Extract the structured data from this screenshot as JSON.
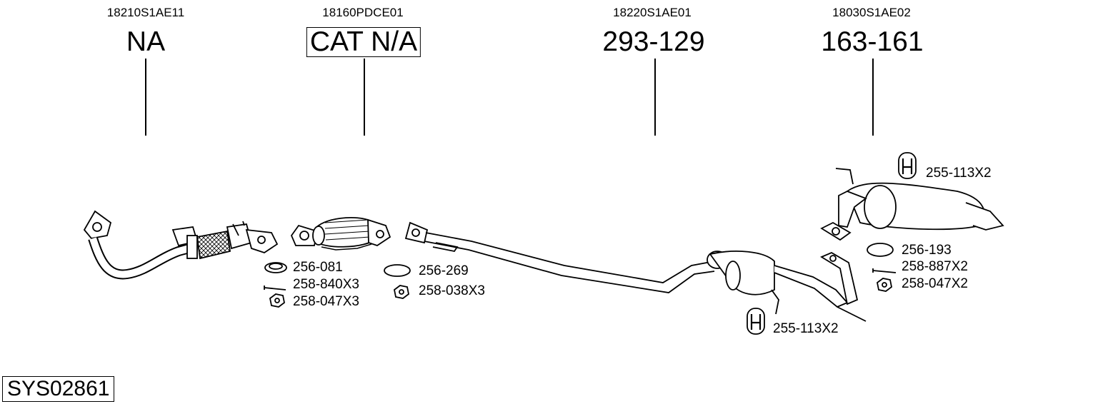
{
  "parts": [
    {
      "oem": "18210S1AE11",
      "number": "NA"
    },
    {
      "oem": "18160PDCE01",
      "number": "CAT N/A"
    },
    {
      "oem": "18220S1AE01",
      "number": "293-129"
    },
    {
      "oem": "18030S1AE02",
      "number": "163-161"
    }
  ],
  "accessories": {
    "a1": "256-081",
    "a2": "258-840X3",
    "a3": "258-047X3",
    "b1": "256-269",
    "b2": "258-038X3",
    "c1": "255-113X2",
    "d1": "255-113X2",
    "d2": "256-193",
    "d3": "258-887X2",
    "d4": "258-047X2"
  },
  "system_code": "SYS02861"
}
